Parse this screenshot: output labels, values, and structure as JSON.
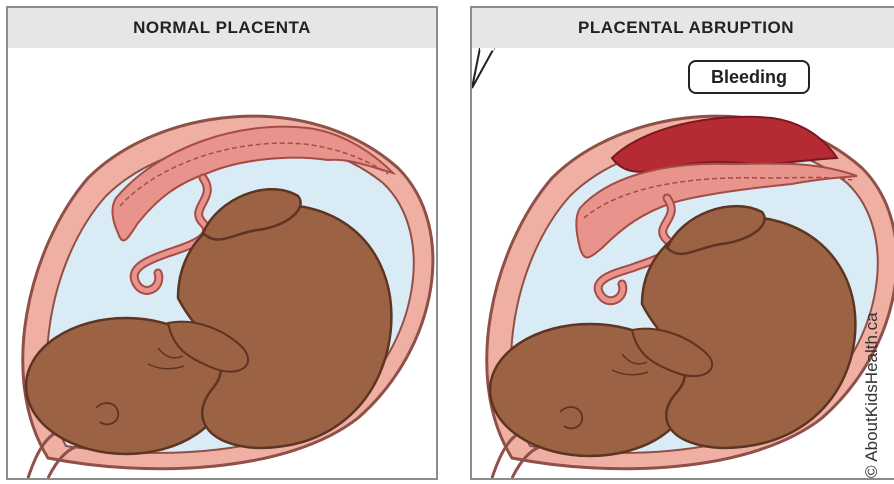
{
  "panels": {
    "left": {
      "title": "NORMAL PLACENTA"
    },
    "right": {
      "title": "PLACENTAL ABRUPTION",
      "callout": "Bleeding"
    }
  },
  "credit": "© AboutKidsHealth.ca",
  "colors": {
    "uterus_wall": "#efb0a3",
    "uterus_outline": "#8e5048",
    "amniotic_fluid": "#d9ecf6",
    "placenta": "#e8938b",
    "placenta_edge": "#a64b46",
    "fetus_skin": "#9c6244",
    "fetus_outline": "#5e3422",
    "bleeding": "#b52a33"
  }
}
